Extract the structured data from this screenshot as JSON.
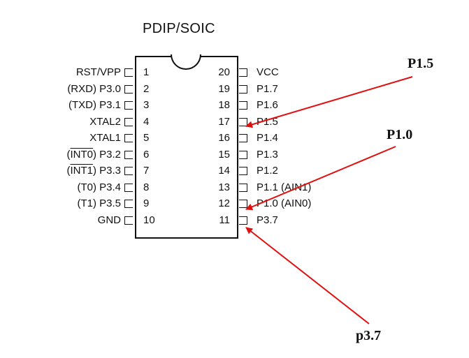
{
  "package_title": "PDIP/SOIC",
  "left_pins": [
    {
      "number": "1",
      "label": "RST/VPP"
    },
    {
      "number": "2",
      "label": "(RXD) P3.0"
    },
    {
      "number": "3",
      "label": "(TXD) P3.1"
    },
    {
      "number": "4",
      "label": "XTAL2"
    },
    {
      "number": "5",
      "label": "XTAL1"
    },
    {
      "number": "6",
      "label": "(INT0) P3.2",
      "overline": "INT0",
      "before": "(",
      "after": ") P3.2"
    },
    {
      "number": "7",
      "label": "(INT1) P3.3",
      "overline": "INT1",
      "before": "(",
      "after": ") P3.3"
    },
    {
      "number": "8",
      "label": "(T0) P3.4"
    },
    {
      "number": "9",
      "label": "(T1) P3.5"
    },
    {
      "number": "10",
      "label": "GND"
    }
  ],
  "right_pins": [
    {
      "number": "20",
      "label": "VCC"
    },
    {
      "number": "19",
      "label": "P1.7"
    },
    {
      "number": "18",
      "label": "P1.6"
    },
    {
      "number": "17",
      "label": "P1.5"
    },
    {
      "number": "16",
      "label": "P1.4"
    },
    {
      "number": "15",
      "label": "P1.3"
    },
    {
      "number": "14",
      "label": "P1.2"
    },
    {
      "number": "13",
      "label": "P1.1 (AIN1)"
    },
    {
      "number": "12",
      "label": "P1.0 (AIN0)"
    },
    {
      "number": "11",
      "label": "P3.7"
    }
  ],
  "callouts": [
    {
      "label": "P1.5",
      "target_pin": "17"
    },
    {
      "label": "P1.0",
      "target_pin": "12"
    },
    {
      "label": "p3.7",
      "target_pin": "11"
    }
  ],
  "colors": {
    "arrow": "#e01010",
    "ink": "#111111"
  }
}
